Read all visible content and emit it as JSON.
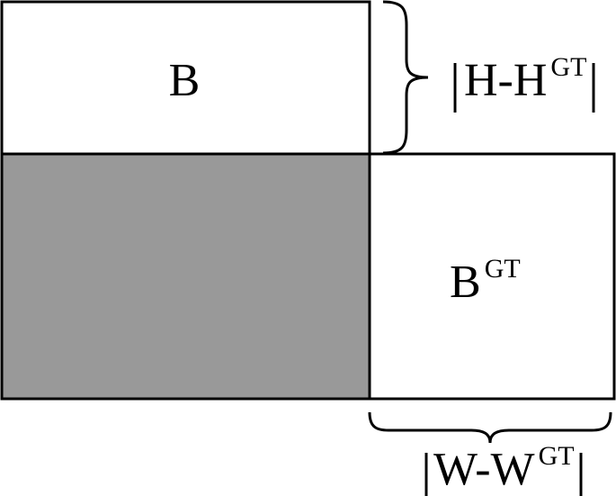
{
  "diagram": {
    "box_b": {
      "label": "B"
    },
    "box_gt": {
      "label_base": "B",
      "label_sup": "GT"
    },
    "height_diff": {
      "open_bar": "|",
      "base": "H-H",
      "sup": "GT",
      "close_bar": "|"
    },
    "width_diff": {
      "open_bar": "|",
      "base": "W-W",
      "sup": "GT",
      "close_bar": "|"
    },
    "colors": {
      "overlap_fill": "#999999",
      "stroke": "#000000",
      "box_fill": "#ffffff"
    }
  }
}
